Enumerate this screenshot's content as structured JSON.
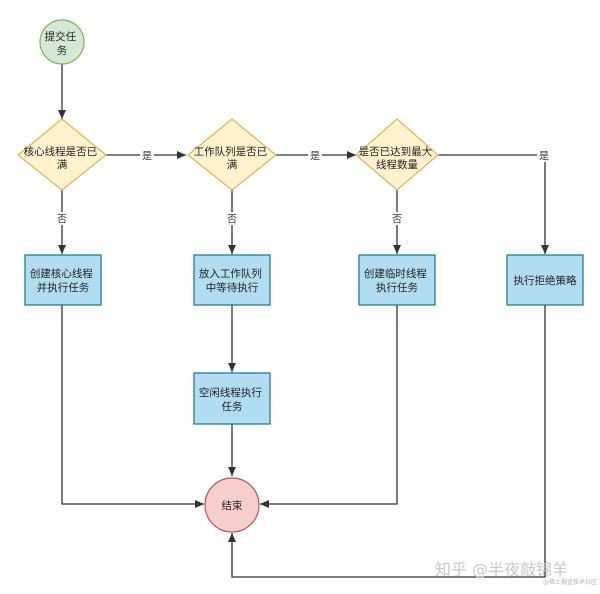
{
  "colors": {
    "start_fill": "#d5e8d4",
    "start_stroke": "#82b366",
    "end_fill": "#f8cecc",
    "end_stroke": "#b85450",
    "decision_fill": "#fff2cc",
    "decision_stroke": "#d6b656",
    "process_fill": "#b1ddf0",
    "process_stroke": "#10739e",
    "edge": "#333333"
  },
  "nodes": {
    "start": {
      "lines": [
        "提交任",
        "务"
      ]
    },
    "d1": {
      "lines": [
        "核心线程是否已",
        "满"
      ]
    },
    "d2": {
      "lines": [
        "工作队列是否已",
        "满"
      ]
    },
    "d3": {
      "lines": [
        "是否已达到最大",
        "线程数量"
      ]
    },
    "p1": {
      "lines": [
        "创建核心线程",
        "并执行任务"
      ]
    },
    "p2": {
      "lines": [
        "放入工作队列",
        "中等待执行"
      ]
    },
    "p3": {
      "lines": [
        "创建临时线程",
        "执行任务"
      ]
    },
    "p4": {
      "lines": [
        "执行拒绝策略"
      ]
    },
    "p5": {
      "lines": [
        "空闲线程执行",
        "任务"
      ]
    },
    "end": {
      "lines": [
        "结束"
      ]
    }
  },
  "edge_labels": {
    "d1_d2": "是",
    "d2_d3": "是",
    "d3_p4": "是",
    "d1_p1": "否",
    "d2_p2": "否",
    "d3_p3": "否"
  },
  "watermark": {
    "main": "知乎 @半夜敲锦羊",
    "sub": "@稀土掘金技术社区"
  }
}
